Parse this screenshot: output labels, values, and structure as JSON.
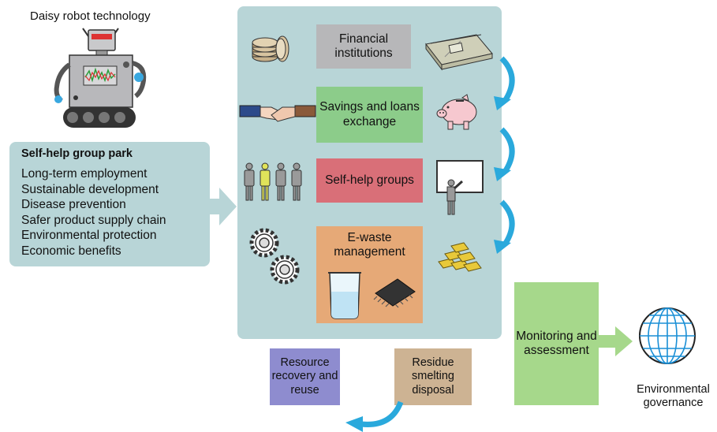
{
  "robot": {
    "title": "Daisy robot technology"
  },
  "park": {
    "title": "Self-help group park",
    "items": [
      "Long-term employment",
      "Sustainable development",
      "Disease prevention",
      "Safer product supply chain",
      "Environmental protection",
      "Economic benefits"
    ]
  },
  "stages": {
    "financial": "Financial institutions",
    "savings": "Savings and loans exchange",
    "self_help": "Self-help groups",
    "ewaste": "E-waste management"
  },
  "outputs": {
    "resource": "Resource recovery and reuse",
    "residue": "Residue smelting disposal",
    "monitoring": "Monitoring and assessment",
    "environmental": "Environmental governance"
  },
  "colors": {
    "panel": "#b8d5d7",
    "financial": "#b7b7b9",
    "savings": "#8ccc8a",
    "self_help": "#d96f78",
    "ewaste": "#e6a977",
    "resource": "#8e8ccf",
    "residue": "#cdb393",
    "monitoring": "#a6d88b",
    "flow_arrow": "#2aa9dc"
  }
}
